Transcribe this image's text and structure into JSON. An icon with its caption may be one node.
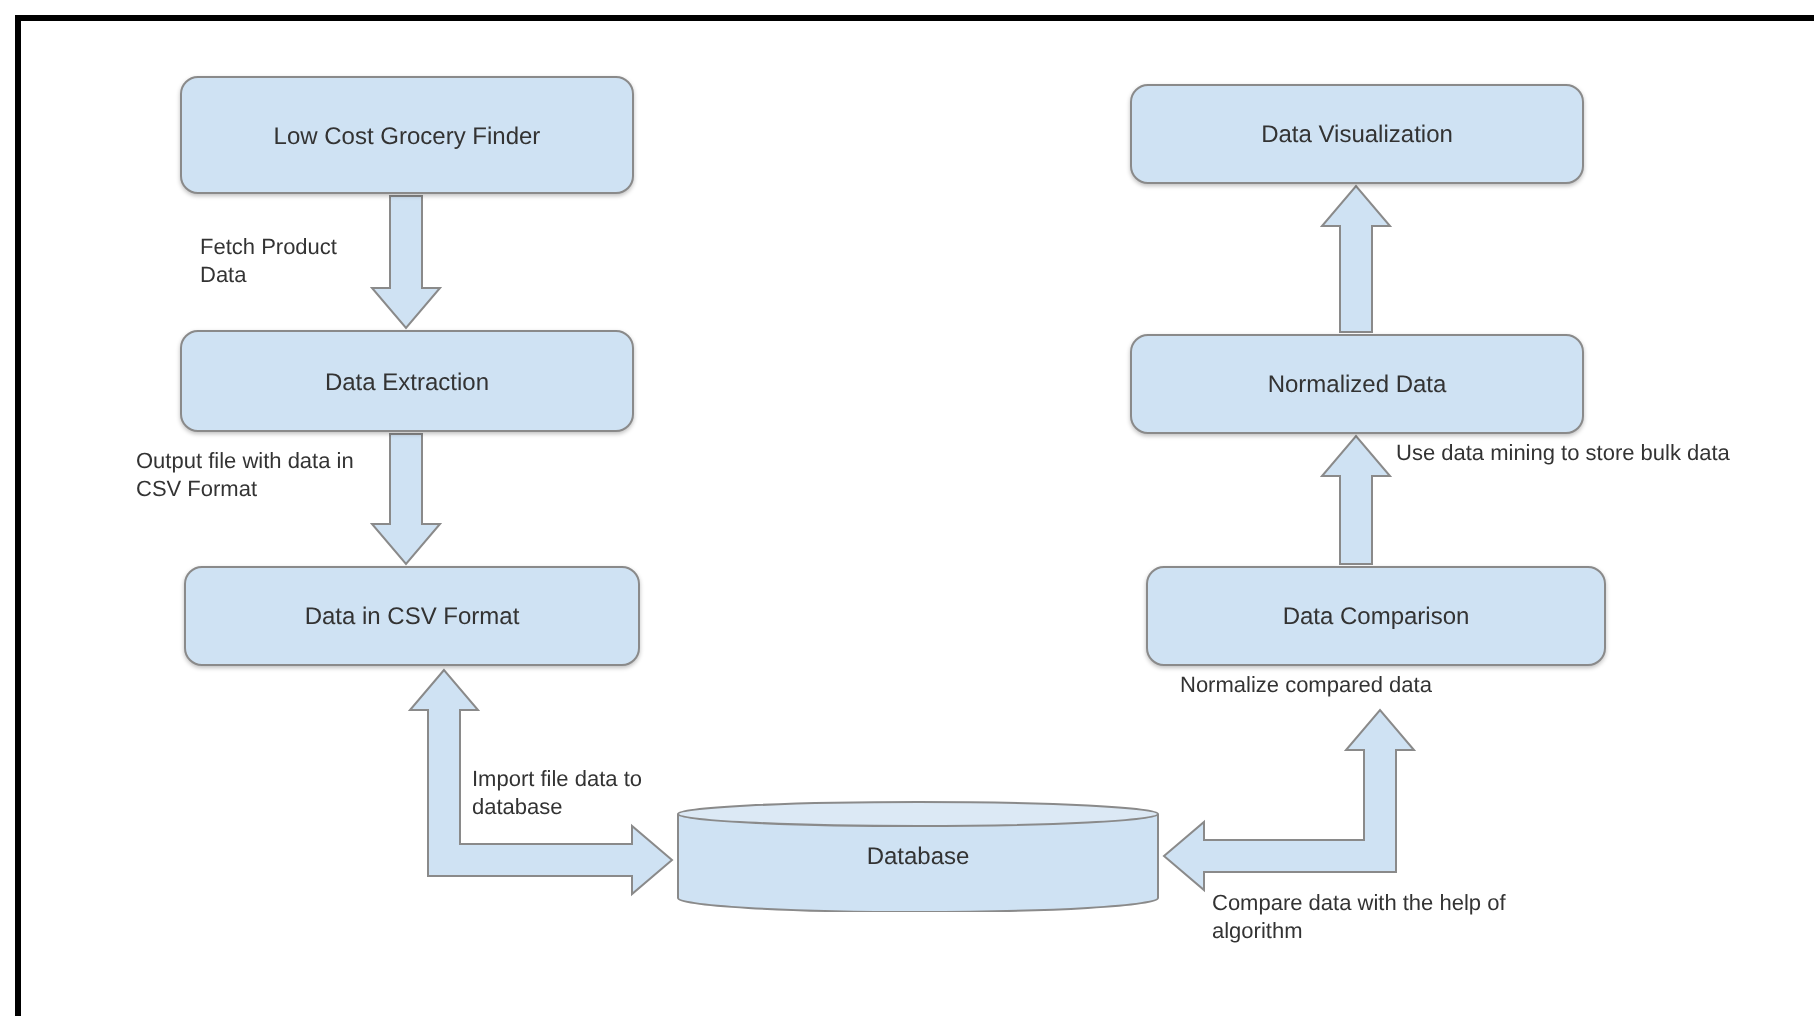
{
  "diagram": {
    "nodes": [
      {
        "text": [
          "Low Cost Grocery Finder"
        ]
      },
      {
        "text": [
          "Data Extraction"
        ]
      },
      {
        "text": [
          "Data in CSV Format"
        ]
      },
      {
        "text": [
          "Database"
        ]
      },
      {
        "text": [
          "Data Comparison"
        ],
        "beside": [
          "Normalize compared data"
        ]
      },
      {
        "text": [
          "Normalized Data"
        ]
      },
      {
        "text": [
          "Data Visualization"
        ]
      }
    ],
    "edges": [
      {
        "from": 0,
        "to": 1,
        "arrow": "to",
        "label": "Fetch Product Data"
      },
      {
        "from": 1,
        "to": 2,
        "arrow": "to",
        "label": "Output file with data in CSV Format"
      },
      {
        "from": 2,
        "to": 3,
        "arrow": "both",
        "label": "Import file data to database"
      },
      {
        "from": 3,
        "to": 4,
        "arrow": "both",
        "label": "Compare data with the help of algorithm"
      },
      {
        "from": 4,
        "to": 5,
        "arrow": "to",
        "label": "Use data mining to store bulk data"
      },
      {
        "from": 5,
        "to": 6,
        "arrow": "to"
      }
    ]
  }
}
